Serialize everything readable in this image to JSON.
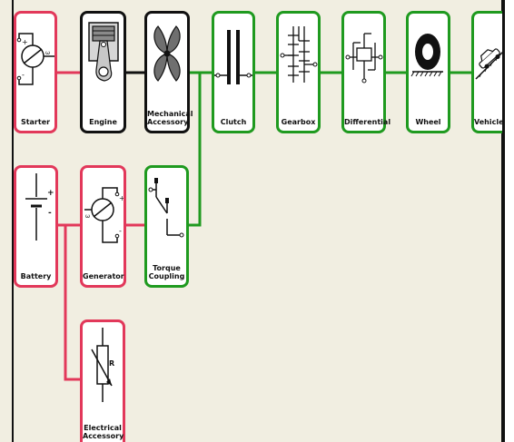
{
  "colors": {
    "background": "#f1eee1",
    "electrical": "#e2385a",
    "mechanical_engine": "#111111",
    "drivetrain": "#1f9a1f",
    "block_fill": "#ffffff"
  },
  "blocks": {
    "starter": {
      "label": "Starter",
      "icon": "dc-motor-icon"
    },
    "engine": {
      "label": "Engine",
      "icon": "piston-icon"
    },
    "mechanical_accessory": {
      "label": "Mechanical\nAccessory",
      "icon": "fan-icon"
    },
    "clutch": {
      "label": "Clutch",
      "icon": "clutch-icon"
    },
    "gearbox": {
      "label": "Gearbox",
      "icon": "gear-shift-icon"
    },
    "differential": {
      "label": "Differential",
      "icon": "differential-icon"
    },
    "wheel": {
      "label": "Wheel",
      "icon": "wheel-icon"
    },
    "vehicle": {
      "label": "Vehicle",
      "icon": "car-on-slope-icon"
    },
    "battery": {
      "label": "Battery",
      "icon": "battery-icon"
    },
    "generator": {
      "label": "Generator",
      "icon": "dc-generator-icon"
    },
    "torque_coupling": {
      "label": "Torque\nCoupling",
      "icon": "switch-icon"
    },
    "electrical_accessory": {
      "label": "Electrical\nAccessory",
      "icon": "variable-resistor-icon"
    }
  },
  "symbols": {
    "plus": "+",
    "minus": "-",
    "resistor_letter": "R",
    "omega": "ω"
  }
}
